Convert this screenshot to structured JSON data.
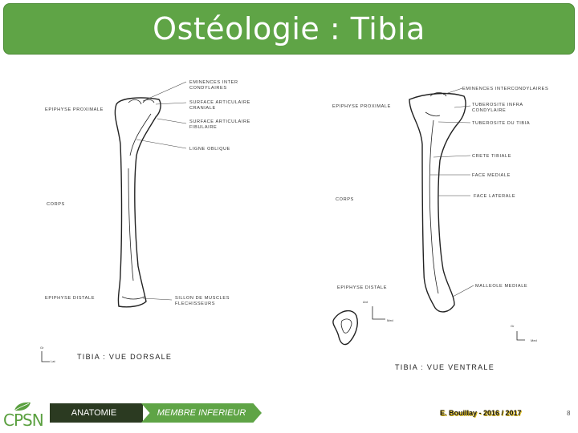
{
  "title": "Ostéologie : Tibia",
  "dorsal": {
    "caption": "TIBIA : VUE DORSALE",
    "labels": {
      "epiphyse_proximale": "EPIPHYSE PROXIMALE",
      "corps": "CORPS",
      "epiphyse_distale": "EPIPHYSE DISTALE",
      "eminences_1": "EMINENCES INTER",
      "eminences_2": "CONDYLAIRES",
      "surface_cran_1": "SURFACE ARTICULAIRE",
      "surface_cran_2": "CRANIALE",
      "surface_fib_1": "SURFACE ARTICULAIRE",
      "surface_fib_2": "FIBULAIRE",
      "ligne_oblique": "LIGNE OBLIQUE",
      "sillon_1": "SILLON DE MUSCLES",
      "sillon_2": "FLECHISSEURS"
    },
    "orient_top": "Gr",
    "orient_side": "Lat"
  },
  "ventral": {
    "caption": "TIBIA : VUE VENTRALE",
    "labels": {
      "epiphyse_proximale": "EPIPHYSE PROXIMALE",
      "corps": "CORPS",
      "epiphyse_distale": "EPIPHYSE DISTALE",
      "eminences": "EMINENCES INTERCONDYLAIRES",
      "tuberosite_infra_1": "TUBEROSITE INFRA",
      "tuberosite_infra_2": "CONDYLAIRE",
      "tuberosite_tibia": "TUBEROSITE DU TIBIA",
      "crete": "CRETE TIBIALE",
      "face_mediale": "FACE MEDIALE",
      "face_laterale": "FACE LATERALE",
      "malleole": "MALLEOLE MEDIALE"
    },
    "section_top": "Ant",
    "section_side": "Med",
    "orient_top": "Gr",
    "orient_side": "Med"
  },
  "footer": {
    "logo": "CPSN",
    "nav_1": "ANATOMIE",
    "nav_2": "MEMBRE INFERIEUR",
    "author": "E. Bouillay - 2016 / 2017",
    "page": "8"
  },
  "colors": {
    "title_bar": "#5fa446",
    "nav_dark": "#2b3a21",
    "nav_green": "#5fa446",
    "logo_green": "#5aa03f"
  }
}
